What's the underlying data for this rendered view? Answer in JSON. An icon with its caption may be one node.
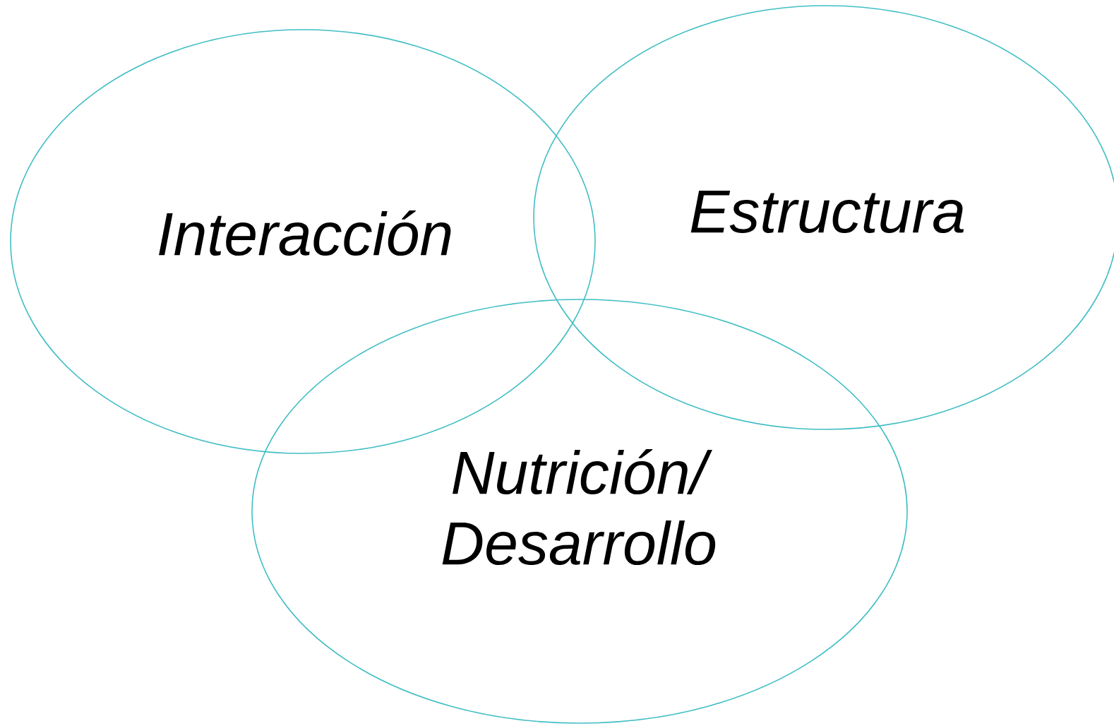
{
  "diagram": {
    "nodes": [
      {
        "text": [
          "Interacción"
        ]
      },
      {
        "text": [
          "Estructura"
        ]
      },
      {
        "text": [
          "Nutrición/ Desarrollo"
        ]
      }
    ]
  }
}
